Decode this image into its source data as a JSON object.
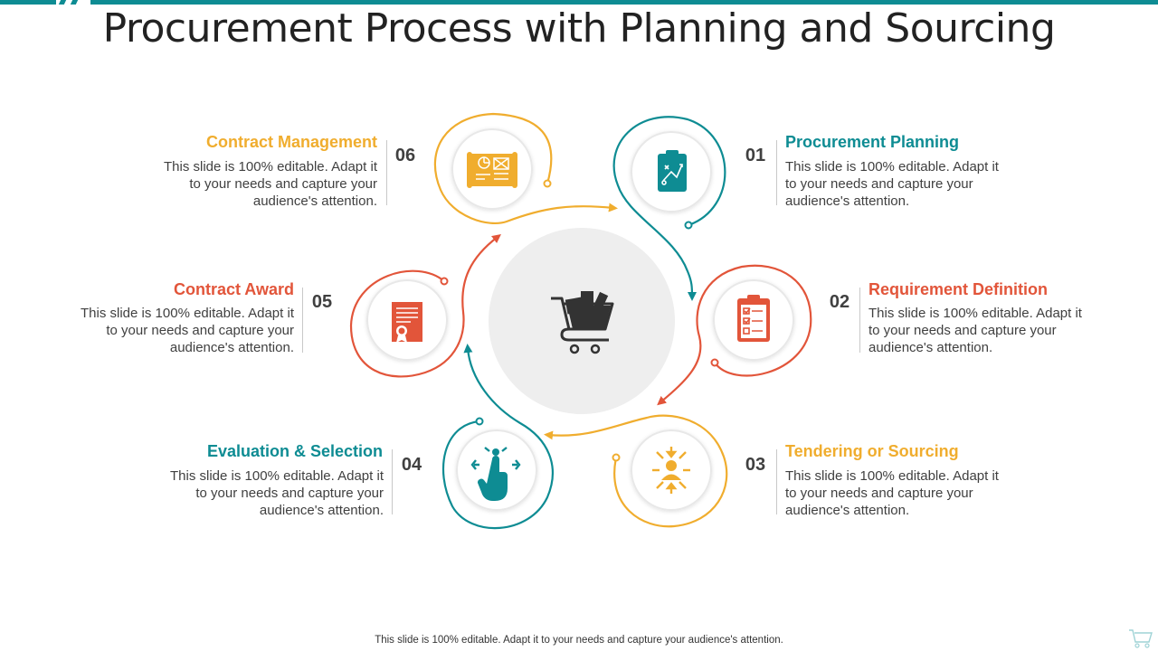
{
  "title": "Procurement Process with Planning and Sourcing",
  "footer": "This slide is 100% editable. Adapt it to your needs and capture your audience's attention.",
  "colors": {
    "teal": "#0e8c93",
    "orange_red": "#e2553a",
    "amber": "#f0ad2e",
    "center_bg": "#eeeeee",
    "icon_dark": "#333333"
  },
  "center": {
    "icon": "shopping-cart-icon"
  },
  "steps": [
    {
      "number": "01",
      "title": "Procurement Planning",
      "desc": "This slide is 100% editable. Adapt it to your needs and capture your audience's attention.",
      "color": "#0e8c93",
      "icon": "clipboard-strategy-icon"
    },
    {
      "number": "02",
      "title": "Requirement Definition",
      "desc": "This slide is 100% editable. Adapt it to your needs and capture your audience's attention.",
      "color": "#e2553a",
      "icon": "checklist-icon"
    },
    {
      "number": "03",
      "title": "Tendering or Sourcing",
      "desc": "This slide is 100% editable. Adapt it to your needs and capture your audience's attention.",
      "color": "#f0ad2e",
      "icon": "person-focus-arrows-icon"
    },
    {
      "number": "04",
      "title": "Evaluation & Selection",
      "desc": "This slide is 100% editable. Adapt it to your needs and capture your audience's attention.",
      "color": "#0e8c93",
      "icon": "hand-pointer-icon"
    },
    {
      "number": "05",
      "title": "Contract Award",
      "desc": "This slide is 100% editable. Adapt it to your needs and capture your audience's attention.",
      "color": "#e2553a",
      "icon": "certificate-icon"
    },
    {
      "number": "06",
      "title": "Contract Management",
      "desc": "This slide is 100% editable. Adapt it to your needs and capture your audience's attention.",
      "color": "#f0ad2e",
      "icon": "blueprint-icon"
    }
  ]
}
